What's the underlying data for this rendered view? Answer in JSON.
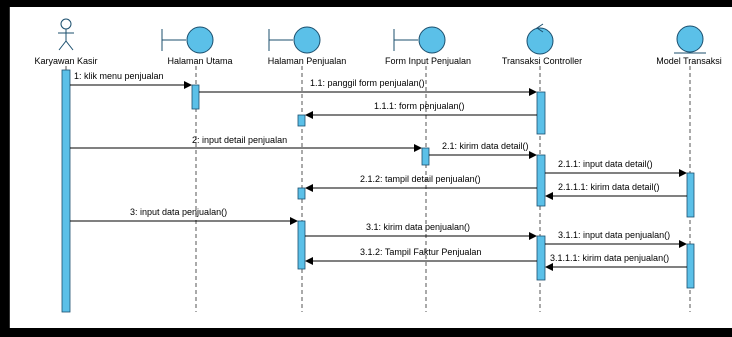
{
  "colors": {
    "icon_fill": "#5bc0e8",
    "icon_stroke": "#1b4f6e",
    "activation_fill": "#5bc0e8",
    "lifeline": "#555555",
    "arrow": "#000000"
  },
  "participants": [
    {
      "id": "kasir",
      "type": "actor",
      "name": "Karyawan Kasir"
    },
    {
      "id": "utama",
      "type": "boundary",
      "name": "Halaman Utama"
    },
    {
      "id": "penjualan",
      "type": "boundary",
      "name": "Halaman Penjualan"
    },
    {
      "id": "form",
      "type": "boundary",
      "name": "Form Input Penjualan"
    },
    {
      "id": "controller",
      "type": "control",
      "name": "Transaksi Controller"
    },
    {
      "id": "model",
      "type": "entity",
      "name": "Model Transaksi"
    }
  ],
  "messages": [
    {
      "from": "kasir",
      "to": "utama",
      "label": "1: klik menu penjualan"
    },
    {
      "from": "utama",
      "to": "controller",
      "label": "1.1: panggil form penjualan()"
    },
    {
      "from": "controller",
      "to": "penjualan",
      "label": "1.1.1: form penjualan()"
    },
    {
      "from": "kasir",
      "to": "form",
      "label": "2: input detail penjualan"
    },
    {
      "from": "form",
      "to": "controller",
      "label": "2.1: kirim data detail()"
    },
    {
      "from": "controller",
      "to": "model",
      "label": "2.1.1: input data detail()"
    },
    {
      "from": "model",
      "to": "controller",
      "label": "2.1.1.1: kirim data detail()"
    },
    {
      "from": "controller",
      "to": "penjualan",
      "label": "2.1.2: tampil detail penjualan()"
    },
    {
      "from": "kasir",
      "to": "penjualan",
      "label": "3: input data penjualan()"
    },
    {
      "from": "penjualan",
      "to": "controller",
      "label": "3.1: kirim data penjualan()"
    },
    {
      "from": "controller",
      "to": "model",
      "label": "3.1.1: input data penjualan()"
    },
    {
      "from": "controller",
      "to": "penjualan",
      "label": "3.1.2: Tampil Faktur Penjualan"
    },
    {
      "from": "model",
      "to": "controller",
      "label": "3.1.1.1: kirim data penjualan()"
    }
  ]
}
